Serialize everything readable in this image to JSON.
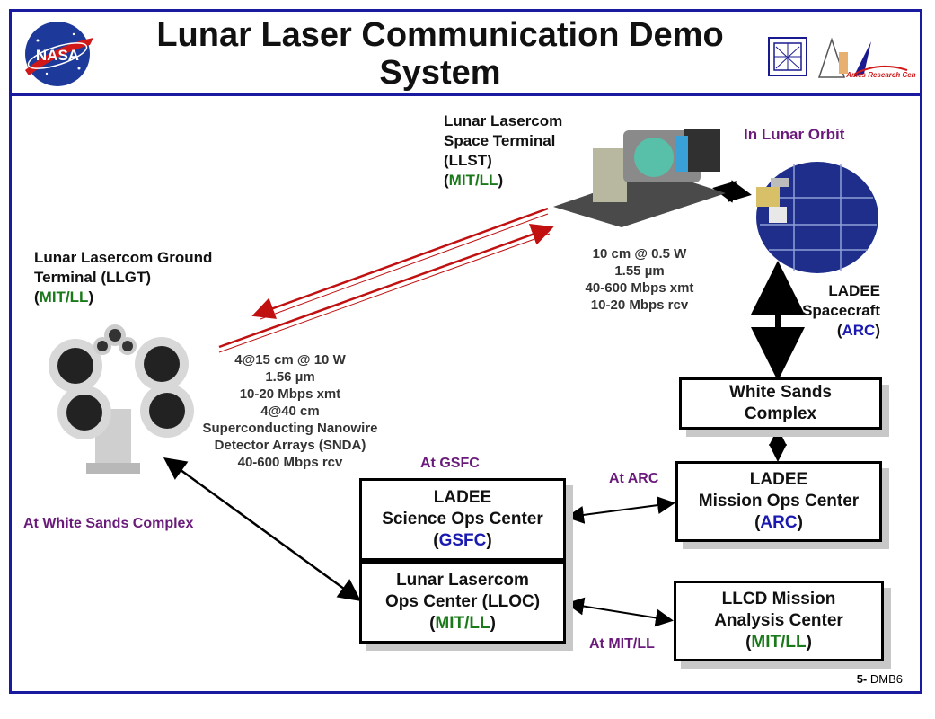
{
  "title": "Lunar Laser Communication Demo System",
  "logos": {
    "nasa": "NASA",
    "ames": "Ames Research Center"
  },
  "space_terminal": {
    "line1": "Lunar Lasercom",
    "line2": "Space Terminal",
    "line3": "(LLST)",
    "org": "MIT/LL"
  },
  "space_specs": [
    "10 cm @ 0.5 W",
    "1.55 µm",
    "40-600 Mbps xmt",
    "10-20 Mbps rcv"
  ],
  "orbit_label": "In Lunar Orbit",
  "spacecraft": {
    "line1": "LADEE",
    "line2": "Spacecraft",
    "org": "ARC"
  },
  "ground_terminal": {
    "line1": "Lunar Lasercom Ground",
    "line2": "Terminal (LLGT)",
    "org": "MIT/LL"
  },
  "ground_specs": [
    "4@15 cm @ 10 W",
    "1.56 µm",
    "10-20 Mbps xmt",
    "4@40 cm",
    "Superconducting Nanowire",
    "Detector Arrays (SNDA)",
    "40-600 Mbps rcv"
  ],
  "boxes": {
    "white_sands": {
      "line1": "White Sands",
      "line2": "Complex"
    },
    "mission_ops": {
      "line1": "LADEE",
      "line2": "Mission Ops Center",
      "org": "ARC"
    },
    "science_ops": {
      "line1": "LADEE",
      "line2": "Science Ops Center",
      "org": "GSFC"
    },
    "lloc": {
      "line1": "Lunar Lasercom",
      "line2": "Ops Center (LLOC)",
      "org": "MIT/LL"
    },
    "llcd": {
      "line1": "LLCD Mission",
      "line2": "Analysis Center",
      "org": "MIT/LL"
    }
  },
  "locations": {
    "gsfc": "At GSFC",
    "arc": "At ARC",
    "white_sands": "At White Sands Complex",
    "mitll": "At MIT/LL"
  },
  "footer": {
    "page": "5-",
    "code": "DMB6"
  },
  "colors": {
    "frame": "#1a1aa0",
    "laser": "#c01010",
    "org_mitll": "#1a7a1a",
    "org_arc": "#1a1ab0",
    "location": "#6a1a7a"
  }
}
